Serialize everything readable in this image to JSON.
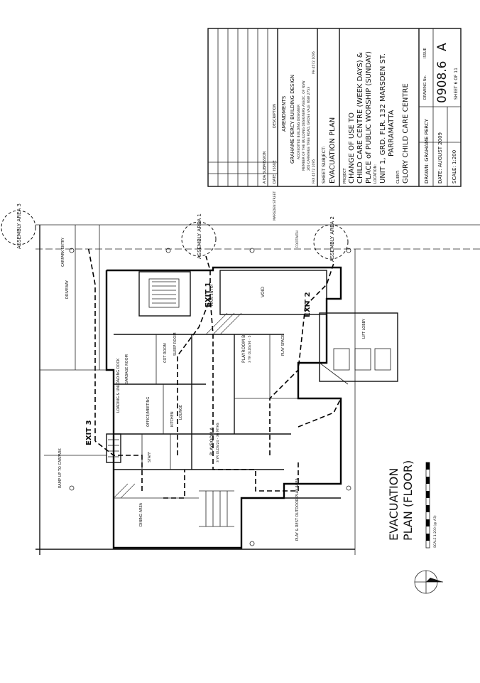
{
  "title_block": {
    "amendments_heading": "AMENDMENTS",
    "col_date": "DATE",
    "col_issue": "ISSUE",
    "col_description": "DESCRIPTION",
    "amend_row": "A  DA SUBMISSION",
    "designer_name": "GRAHAME PERCY BUILDING DESIGN",
    "designer_line1": "ACCREDITED BUILDING DESIGNER",
    "designer_line2": "MEMBER OF THE BUILDING DESIGNERS ASSOC. OF NSW",
    "designer_line3": "265 CARAVAGE TREE ROAD, GROSE VALE NSW 2753",
    "designer_fax": "FAX 4572 1095",
    "designer_ph": "PH 4572 1095",
    "sheet_subject_label": "SHEET SUBJECT:",
    "sheet_subject": "EVACUATION PLAN",
    "project_label": "PROJECT",
    "project_line1": "CHANGE OF USE TO",
    "project_line2": "CHILD CARE CENTRE (WEEK DAYS) &",
    "project_line3": "PLACE of PUBLIC WORSHIP (SUNDAY)",
    "location_label": "LOCATION:",
    "location_line1": "UNIT 1, GRD. FLR. 132 MARSDEN ST.",
    "location_line2": "PARRAMATTA",
    "client_label": "CLIENT:",
    "client": "GLORY CHILD CARE CENTRE",
    "drawn": "DRAWN: GRAHAME PERCY",
    "date": "DATE: AUGUST 2009",
    "scale": "SCALE: 1:200",
    "drawing_no_label": "DRAWING No.",
    "drawing_no": "0908.6",
    "issue_label": "ISSUE",
    "issue": "A",
    "sheet": "SHEET  6  OF  11"
  },
  "plan": {
    "heading_line1": "EVACUATION",
    "heading_line2": "PLAN (FLOOR)",
    "scale_bar_label": "SCALE 1:200 (@ A3)",
    "exit_1": "EXIT 1",
    "exit_2": "EXIT 2",
    "exit_3": "EXIT 3",
    "assembly_1": "ASSEMBLY AREA 1",
    "assembly_2": "ASSEMBLY AREA 2",
    "assembly_3": "ASSEMBLY AREA 3",
    "room_playroom_a": "PLAYROOM A",
    "room_playroom_a_sub": "3 YR OLDS/24 - 36 MTHS",
    "room_playroom_b": "PLAYROOM B",
    "room_playroom_b_sub": "3 YR OLDS/36 - 5",
    "room_office": "OFFICE/MEETING",
    "room_kitchen": "KITCHEN",
    "room_lounge": "LOUNGE",
    "room_staff": "STAFF",
    "room_lift_lobby": "LIFT LOBBY",
    "room_void": "VOID",
    "room_cot": "COT ROOM",
    "room_sleep": "SLEEP ROOM",
    "room_dining": "DINING AREA",
    "room_play_space": "PLAY SPACE",
    "room_outdoor": "PLAY & REST OUTDOOR PLAY AREA",
    "room_garbage": "GARBAGE ROOM",
    "room_loading": "LOADING & UNLOADING DOCK",
    "label_driveway": "DRIVEWAY",
    "label_carpark": "CARPARK ENTRY",
    "label_footpath": "FOOTPATH",
    "label_ramp": "RAMP UP TO CARPARK",
    "label_main_entry": "MAIN ENTRY",
    "label_street": "MARSDEN STREET"
  }
}
